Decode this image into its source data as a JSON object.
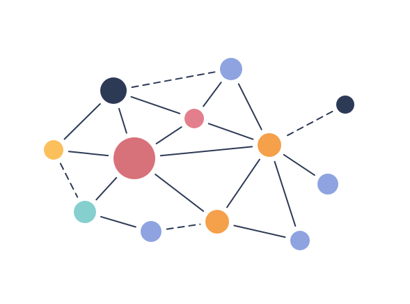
{
  "diagram": {
    "type": "network-graph",
    "background": "#ffffff",
    "edge_color": "#2d3a55",
    "palette": {
      "navy": "#2c3a56",
      "red": "#d8727a",
      "pink": "#e37f8c",
      "orange": "#f5a04a",
      "yellow": "#fbbf5b",
      "teal": "#86cfcf",
      "periwinkle": "#8fa3e0"
    },
    "nodes": [
      {
        "id": "n1",
        "color": "navy"
      },
      {
        "id": "n2",
        "color": "periwinkle"
      },
      {
        "id": "n3",
        "color": "navy"
      },
      {
        "id": "n4",
        "color": "pink"
      },
      {
        "id": "n5",
        "color": "yellow"
      },
      {
        "id": "n6",
        "color": "red"
      },
      {
        "id": "n7",
        "color": "orange"
      },
      {
        "id": "n8",
        "color": "periwinkle"
      },
      {
        "id": "n9",
        "color": "teal"
      },
      {
        "id": "n10",
        "color": "periwinkle"
      },
      {
        "id": "n11",
        "color": "orange"
      },
      {
        "id": "n12",
        "color": "periwinkle"
      }
    ],
    "edges": [
      {
        "from": "n1",
        "to": "n2",
        "style": "dashed"
      },
      {
        "from": "n1",
        "to": "n5",
        "style": "solid"
      },
      {
        "from": "n1",
        "to": "n6",
        "style": "solid"
      },
      {
        "from": "n1",
        "to": "n4",
        "style": "solid"
      },
      {
        "from": "n2",
        "to": "n4",
        "style": "solid"
      },
      {
        "from": "n2",
        "to": "n7",
        "style": "solid"
      },
      {
        "from": "n4",
        "to": "n7",
        "style": "solid"
      },
      {
        "from": "n4",
        "to": "n6",
        "style": "solid"
      },
      {
        "from": "n3",
        "to": "n7",
        "style": "dashed"
      },
      {
        "from": "n5",
        "to": "n6",
        "style": "solid"
      },
      {
        "from": "n5",
        "to": "n9",
        "style": "dashed"
      },
      {
        "from": "n6",
        "to": "n7",
        "style": "solid"
      },
      {
        "from": "n6",
        "to": "n9",
        "style": "solid"
      },
      {
        "from": "n6",
        "to": "n11",
        "style": "solid"
      },
      {
        "from": "n7",
        "to": "n8",
        "style": "solid"
      },
      {
        "from": "n7",
        "to": "n11",
        "style": "solid"
      },
      {
        "from": "n7",
        "to": "n12",
        "style": "solid"
      },
      {
        "from": "n9",
        "to": "n10",
        "style": "solid"
      },
      {
        "from": "n10",
        "to": "n11",
        "style": "dashed"
      },
      {
        "from": "n11",
        "to": "n12",
        "style": "solid"
      }
    ]
  }
}
